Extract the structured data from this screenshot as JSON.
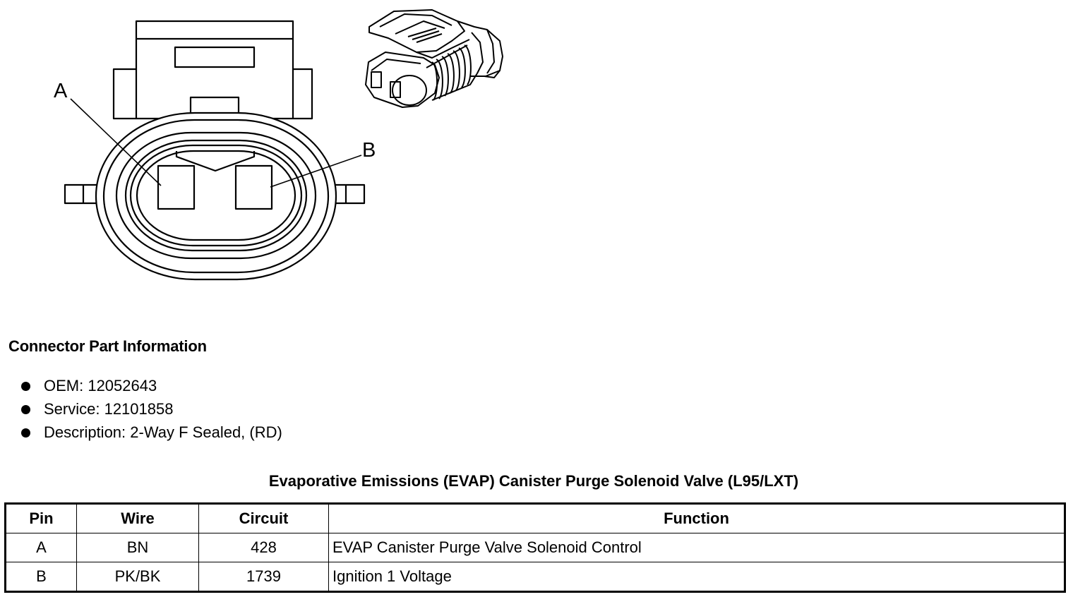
{
  "diagram": {
    "pin_labels": [
      "A",
      "B"
    ]
  },
  "connector_info": {
    "heading": "Connector Part Information",
    "items": [
      "OEM: 12052643",
      "Service: 12101858",
      "Description: 2-Way F Sealed, (RD)"
    ]
  },
  "table": {
    "title": "Evaporative Emissions (EVAP) Canister Purge Solenoid Valve (L95/LXT)",
    "headers": [
      "Pin",
      "Wire",
      "Circuit",
      "Function"
    ],
    "rows": [
      [
        "A",
        "BN",
        "428",
        "EVAP Canister Purge Valve Solenoid Control"
      ],
      [
        "B",
        "PK/BK",
        "1739",
        "Ignition 1 Voltage"
      ]
    ]
  }
}
